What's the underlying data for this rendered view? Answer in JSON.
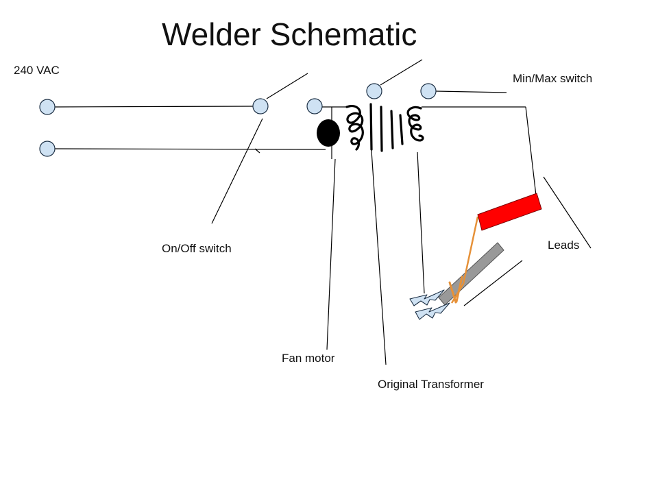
{
  "diagram": {
    "title": "Welder Schematic",
    "labels": {
      "supply": "240 VAC",
      "on_off_switch": "On/Off switch",
      "fan_motor": "Fan motor",
      "transformer": "Original Transformer",
      "min_max_switch": "Min/Max switch",
      "leads": "Leads"
    },
    "colors": {
      "background": "#ffffff",
      "terminal_fill": "#cfe2f3",
      "terminal_stroke": "#1c2f44",
      "wire": "#000000",
      "fan_motor": "#000000",
      "electrode_holder": "#ff0000",
      "ground_clamp": "#999999",
      "lead_wire": "#e69138",
      "arc": "#cfe2f3"
    },
    "icons": [
      "terminal-node",
      "fan-motor-icon",
      "transformer-coil-icon",
      "electrode-holder-icon",
      "ground-clamp-icon",
      "arc-spark-icon"
    ]
  }
}
